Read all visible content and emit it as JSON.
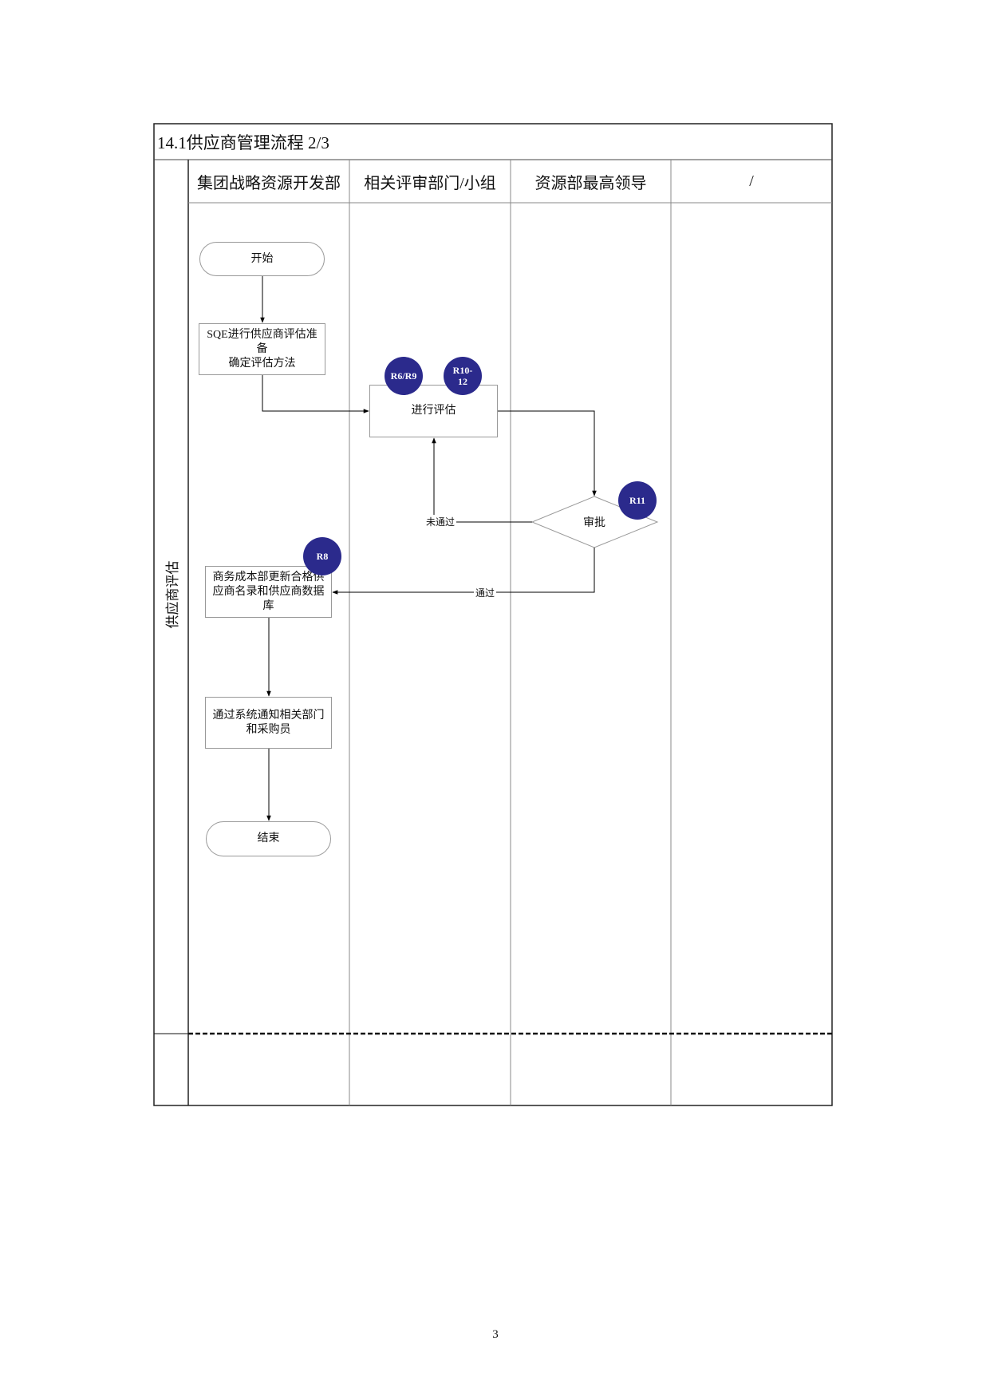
{
  "title": "14.1供应商管理流程 2/3",
  "lanes": [
    "集团战略资源开发部",
    "相关评审部门/小组",
    "资源部最高领导",
    "/"
  ],
  "phase_label": "供应商评估",
  "nodes": {
    "start": "开始",
    "prepare_line1": "SQE进行供应商评估准备",
    "prepare_line2": "确定评估方法",
    "evaluate": "进行评估",
    "approve": "审批",
    "update": "商务成本部更新合格供应商名录和供应商数据库",
    "notify": "通过系统通知相关部门和采购员",
    "end": "结束"
  },
  "edges": {
    "fail": "未通过",
    "pass": "通过"
  },
  "badges": {
    "evaluate_1": "R6/R9",
    "evaluate_2": "R10-12",
    "approve": "R11",
    "update": "R8"
  },
  "page_number": "3",
  "colors": {
    "badge_fill": "#2b2a8c",
    "flow_line": "#000000",
    "box_border": "#999999"
  }
}
